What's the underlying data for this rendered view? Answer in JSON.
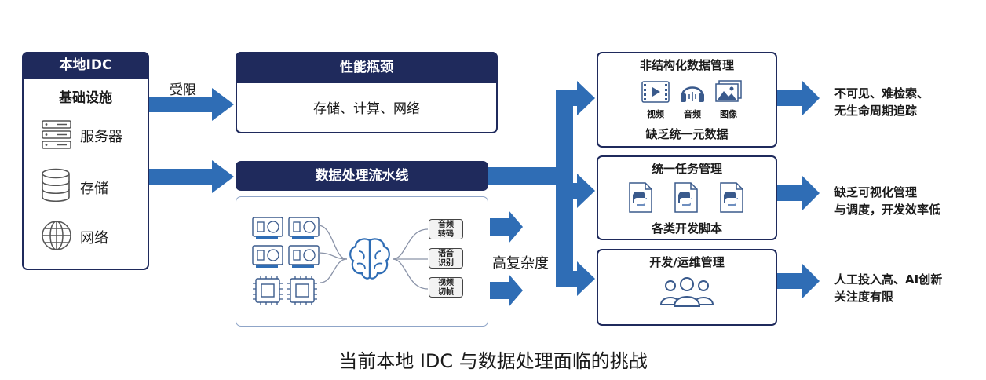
{
  "left": {
    "title": "本地IDC",
    "subtitle": "基础设施",
    "items": [
      {
        "label": "服务器",
        "icon": "server-icon"
      },
      {
        "label": "存储",
        "icon": "database-icon"
      },
      {
        "label": "网络",
        "icon": "globe-icon"
      }
    ]
  },
  "arrow_labels": {
    "limited": "受限",
    "complexity": "高复杂度"
  },
  "bottleneck": {
    "title": "性能瓶颈",
    "body": "存储、计算、网络"
  },
  "pipeline": {
    "title": "数据处理流水线",
    "tasks": [
      {
        "line1": "音频",
        "line2": "转码"
      },
      {
        "line1": "语音",
        "line2": "识别"
      },
      {
        "line1": "视频",
        "line2": "切帧"
      }
    ]
  },
  "right_boxes": [
    {
      "title": "非结构化数据管理",
      "icons": [
        "视频",
        "音频",
        "图像"
      ],
      "footer": "缺乏统一元数据"
    },
    {
      "title": "统一任务管理",
      "footer": "各类开发脚本"
    },
    {
      "title": "开发/运维管理"
    }
  ],
  "outcomes": [
    {
      "line1": "不可见、难检索、",
      "line2": "无生命周期追踪"
    },
    {
      "line1": "缺乏可视化管理",
      "line2": "与调度，开发效率低"
    },
    {
      "line1": "人工投入高、AI创新",
      "line2": "关注度有限"
    }
  ],
  "caption": "当前本地 IDC 与数据处理面临的挑战",
  "colors": {
    "navy": "#1f2a5c",
    "arrow": "#2f6db5",
    "icon_blue": "#3a5a8c"
  }
}
